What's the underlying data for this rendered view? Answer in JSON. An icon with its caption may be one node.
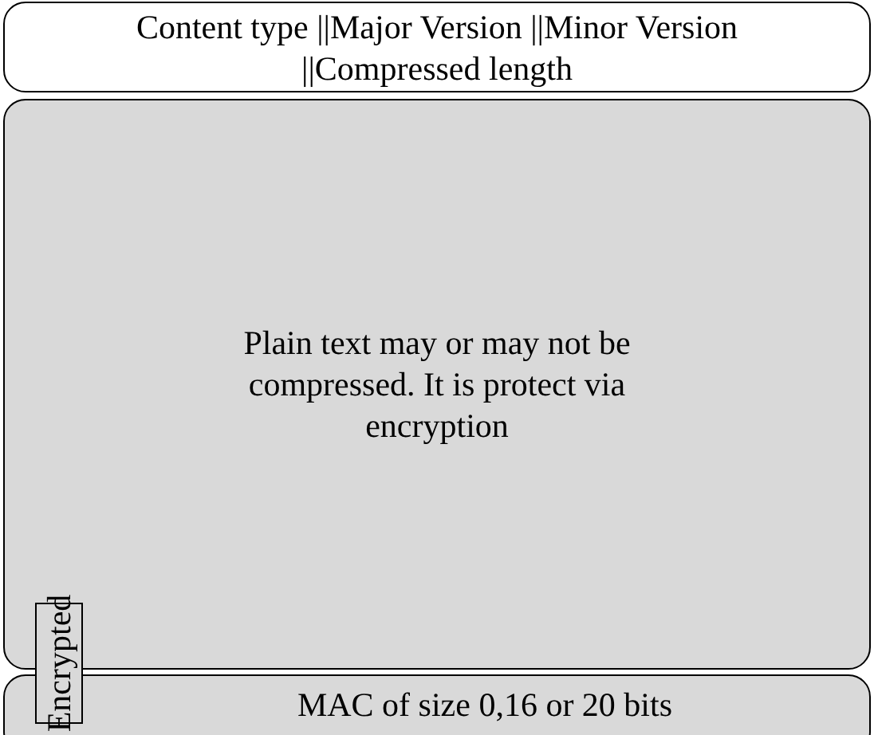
{
  "diagram": {
    "nodes": [
      {
        "text": [
          "Content type ||Major Version ||Minor Version ||Compressed length"
        ]
      },
      {
        "text": [
          "Plain text may or may not be compressed. It is protect via encryption"
        ]
      },
      {
        "text": [
          "MAC of size 0,16 or 20 bits"
        ]
      },
      {
        "text": [
          "Encrypted"
        ]
      }
    ]
  }
}
